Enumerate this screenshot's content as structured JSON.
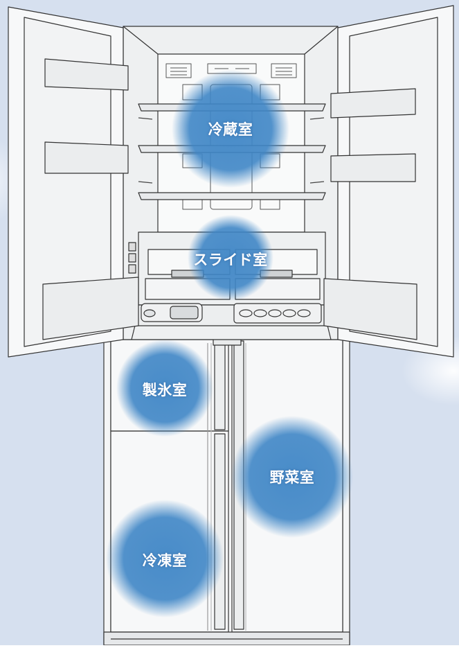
{
  "colors": {
    "background": "#d6e0ef",
    "fridge_line": "#333333",
    "fridge_fill": "#f6f7f8",
    "zone_blue": "#3f86c6",
    "label_text": "#ffffff"
  },
  "zones": {
    "refrigerator": "冷蔵室",
    "slide": "スライド室",
    "ice": "製氷室",
    "vegetable": "野菜室",
    "freezer": "冷凍室"
  }
}
